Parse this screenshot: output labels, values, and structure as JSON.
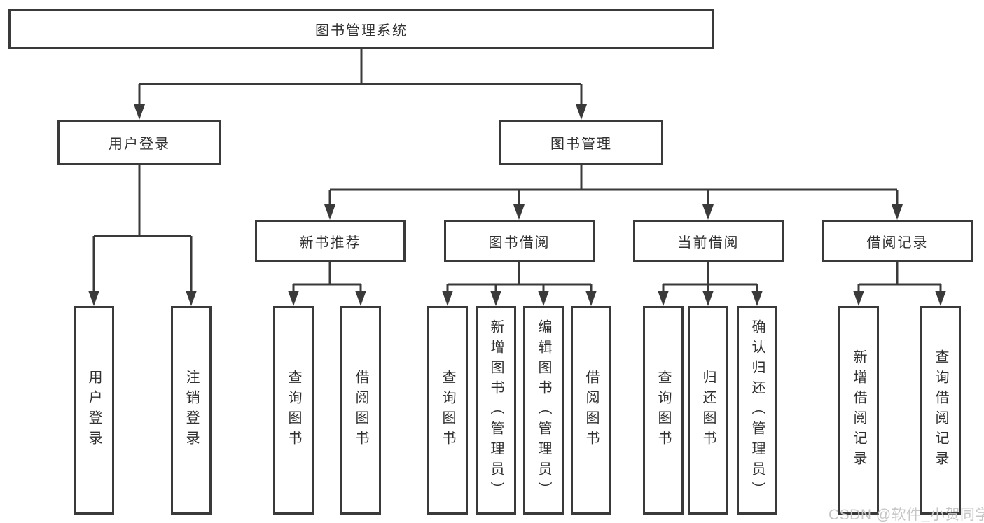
{
  "diagram_title": "图书管理系统",
  "tree": {
    "root": {
      "label": "图书管理系统"
    },
    "level2": {
      "user": {
        "label": "用户登录"
      },
      "book": {
        "label": "图书管理"
      }
    },
    "level3": {
      "recommend": {
        "label": "新书推荐"
      },
      "borrow": {
        "label": "图书借阅"
      },
      "current": {
        "label": "当前借阅"
      },
      "record": {
        "label": "借阅记录"
      }
    },
    "leaves": {
      "user": [
        "用户登录",
        "注销登录"
      ],
      "recommend": [
        "查询图书",
        "借阅图书"
      ],
      "borrow": [
        "查询图书",
        "新增图书（管理员）",
        "编辑图书（管理员）",
        "借阅图书"
      ],
      "current": [
        "查询图书",
        "归还图书",
        "确认归还（管理员）"
      ],
      "record": [
        "新增借阅记录",
        "查询借阅记录"
      ]
    }
  },
  "watermark": {
    "text": "CSDN @软件_小贺同学"
  },
  "colors": {
    "line": "#3a3a3a",
    "node_border": "#3a3a3a",
    "node_text": "#303030",
    "background": "#ffffff",
    "watermark": "#c6c6c6"
  }
}
